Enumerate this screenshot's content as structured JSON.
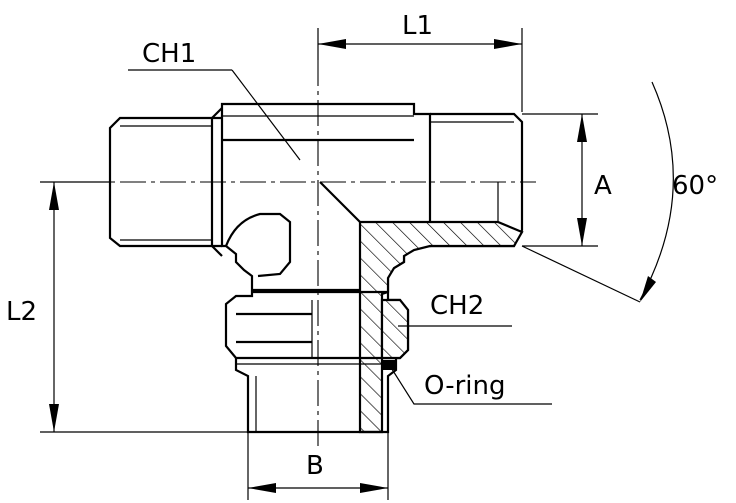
{
  "labels": {
    "l1": "L1",
    "l2": "L2",
    "a": "A",
    "b": "B",
    "ch1": "CH1",
    "ch2": "CH2",
    "oring": "O-ring",
    "angle": "60°"
  }
}
